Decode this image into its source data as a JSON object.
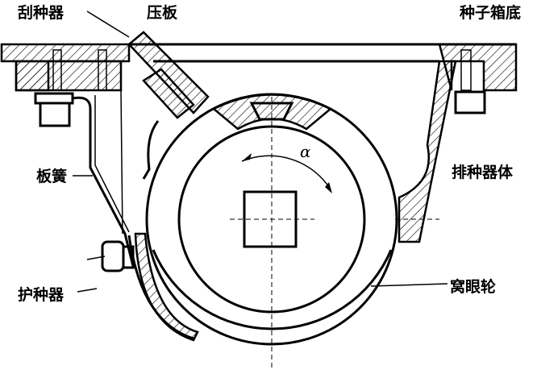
{
  "labels": {
    "scraper": "刮种器",
    "pressure_plate": "压板",
    "seed_box_bottom": "种子箱底",
    "leaf_spring": "板簧",
    "meter_body": "排种器体",
    "seed_guard": "护种器",
    "cell_wheel": "窝眼轮",
    "angle": "α"
  },
  "colors": {
    "ink": "#000000",
    "paper": "#ffffff"
  }
}
